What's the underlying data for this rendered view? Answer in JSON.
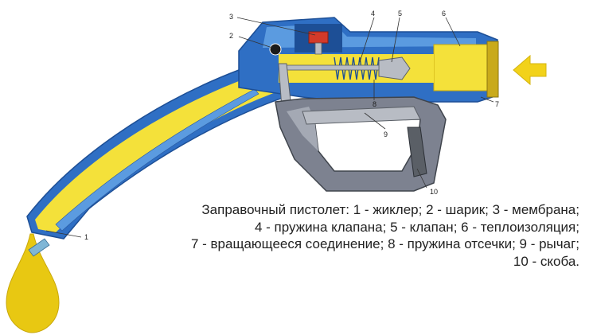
{
  "part_numbers": [
    "1",
    "2",
    "3",
    "4",
    "5",
    "6",
    "7",
    "8",
    "9",
    "10"
  ],
  "caption_lines": [
    "Заправочный пистолет: 1 - жиклер; 2 - шарик; 3 - мембрана;",
    "4 - пружина клапана; 5 - клапан; 6 - теплоизоляция;",
    "7 - вращающееся соединение; 8 - пружина отсечки; 9 - рычаг;",
    "10 - скоба."
  ],
  "colors": {
    "body_blue": "#2f6fc4",
    "body_blue_light": "#5b9be0",
    "fuel_yellow": "#f4e13a",
    "drop_yellow": "#e8c812",
    "arrow_yellow": "#f2d21a",
    "grey_steel": "#b8bcc4",
    "dark_grey": "#5a5f66",
    "valve_red": "#d23a2a"
  }
}
